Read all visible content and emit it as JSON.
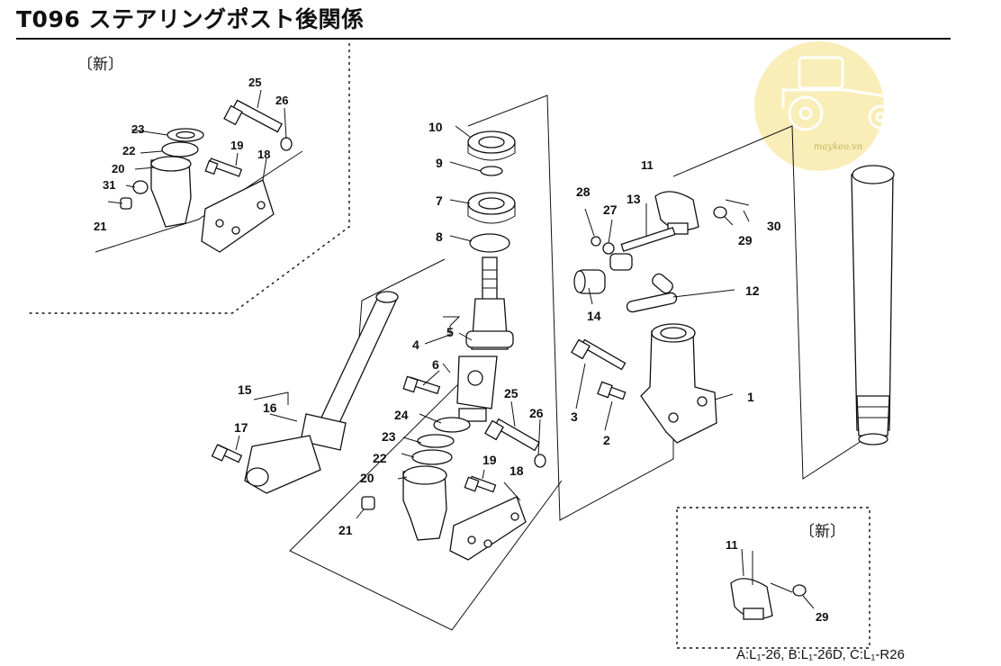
{
  "title": "T096 ステアリングポスト後関係",
  "insets": {
    "top_left_header": "〔新〕",
    "bottom_right_header": "〔新〕"
  },
  "footnote": "A:L₁-26, B:L₁-26D, C:L₁-R26",
  "watermark": {
    "text": "maykeo.vn",
    "icon": "tractor-icon",
    "color": "#f7e7a0"
  },
  "callouts": {
    "main": [
      "1",
      "2",
      "3",
      "4",
      "5",
      "6",
      "7",
      "8",
      "9",
      "10",
      "11",
      "12",
      "13",
      "14",
      "15",
      "16",
      "17",
      "18",
      "19",
      "20",
      "21",
      "22",
      "23",
      "24",
      "25",
      "26",
      "27",
      "28",
      "29",
      "30"
    ],
    "inset_top": [
      "18",
      "19",
      "20",
      "21",
      "22",
      "23",
      "25",
      "26",
      "31"
    ],
    "inset_bottom": [
      "11",
      "29"
    ]
  }
}
